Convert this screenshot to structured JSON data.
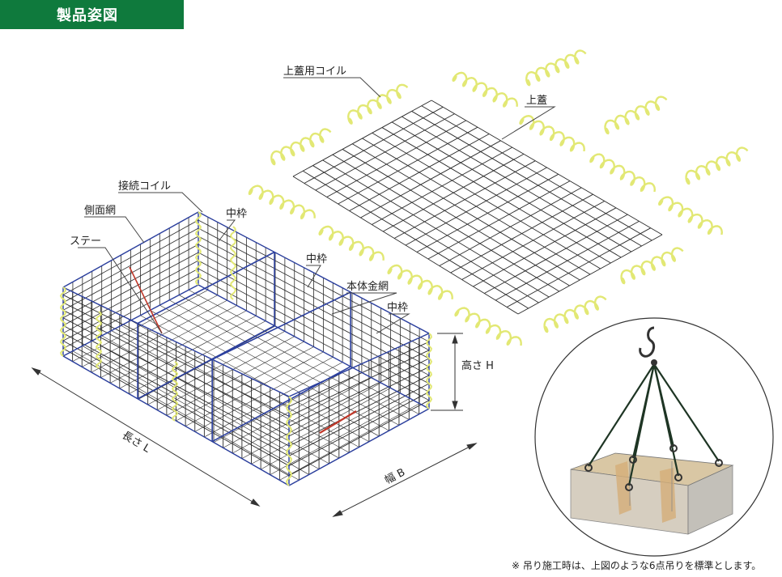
{
  "header": {
    "title": "製品姿図"
  },
  "labels": {
    "lid_coil": "上蓋用コイル",
    "lid": "上蓋",
    "connect_coil": "接続コイル",
    "side_mesh": "側面網",
    "stay": "ステー",
    "mid_frame_1": "中枠",
    "mid_frame_2": "中枠",
    "mid_frame_3": "中枠",
    "body_mesh": "本体金網",
    "height": "高さ H",
    "length": "長さ L",
    "width": "幅 B"
  },
  "note": "※ 吊り施工時は、上図のような6点吊りを標準とします。",
  "colors": {
    "header_green": "#0f7a3d",
    "mesh": "#2a2a2a",
    "blue_frame": "#2b3f9e",
    "coil_yellow": "#e2e874",
    "stay_red": "#c0392b",
    "box_tan": "#d9b98a",
    "box_gray": "#bfc3c6"
  }
}
